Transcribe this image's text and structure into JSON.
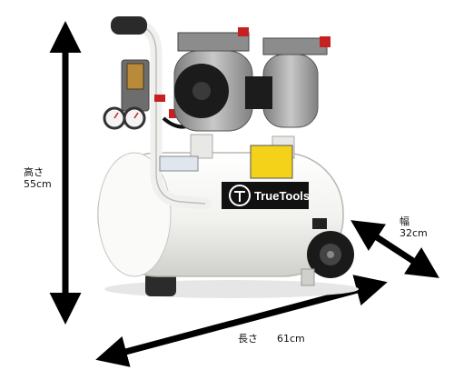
{
  "dimensions": {
    "height": {
      "label": "高さ",
      "value": "55cm"
    },
    "width": {
      "label": "幅",
      "value": "32cm"
    },
    "length": {
      "label": "長さ",
      "value": "61cm"
    }
  },
  "product": {
    "brand_text": "TrueTools",
    "tank_color": "#f2f2ef",
    "motor_color": "#9a9a9a",
    "accent_red": "#c62020"
  },
  "arrow_color": "#000000"
}
